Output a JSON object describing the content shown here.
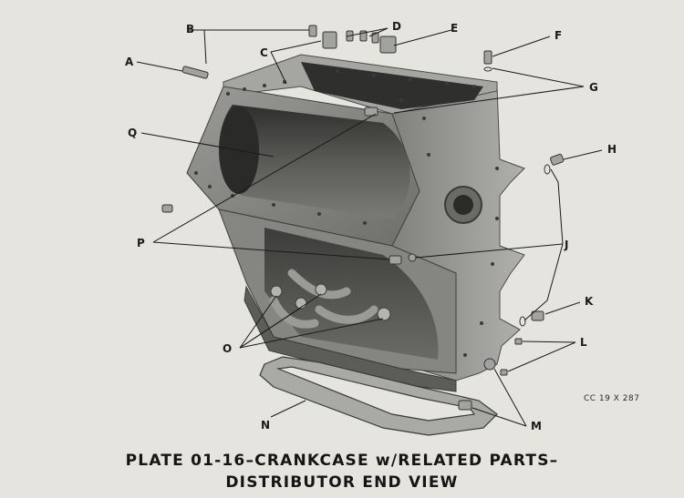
{
  "plate": {
    "callouts": {
      "A": "A",
      "B": "B",
      "C": "C",
      "D": "D",
      "E": "E",
      "F": "F",
      "G": "G",
      "H": "H",
      "J": "J",
      "K": "K",
      "L": "L",
      "M": "M",
      "N": "N",
      "O": "O",
      "P": "P",
      "Q": "Q"
    },
    "negative_code": "CC 19 X 287",
    "caption_line1": "PLATE 01-16–CRANKCASE w/RELATED PARTS–",
    "caption_line2": "DISTRIBUTOR END VIEW"
  },
  "colors": {
    "paper": "#e6e4de",
    "metal": "#8c8c88",
    "shadow": "#3a3a38",
    "ink": "#1a1a1a"
  }
}
